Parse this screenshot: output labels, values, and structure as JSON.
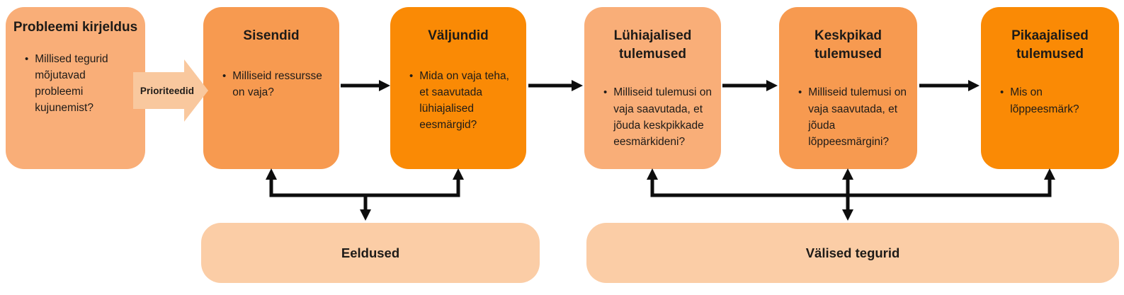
{
  "diagram": {
    "flow_boxes": [
      {
        "title": "Probleemi kirjeldus",
        "bullet": "Millised tegurid mõjutavad probleemi kujunemist?",
        "color": "#F9AE78"
      },
      {
        "title": "Sisendid",
        "bullet": "Milliseid ressursse on vaja?",
        "color": "#F79A50"
      },
      {
        "title": "Väljundid",
        "bullet": "Mida on vaja teha, et saavutada lühiajalised eesmärgid?",
        "color": "#FA8A05"
      },
      {
        "title": "Lühiajalised tulemused",
        "bullet": "Milliseid tulemusi on vaja saavutada, et jõuda keskpikkade eesmärkideni?",
        "color": "#F9AE78"
      },
      {
        "title": "Keskpikad tulemused",
        "bullet": "Milliseid tulemusi on vaja saavutada, et jõuda lõppeesmärgini?",
        "color": "#F79A50"
      },
      {
        "title": "Pikaajalised tulemused",
        "bullet": "Mis on lõppeesmärk?",
        "color": "#FA8A05"
      }
    ],
    "bullet_glyph": "•",
    "prioriteedid_arrow": {
      "label": "Prioriteedid",
      "color": "#F9C89E"
    },
    "bottom_bars": [
      {
        "label": "Eeldused",
        "color": "#FBCDA6"
      },
      {
        "label": "Välised tegurid",
        "color": "#FBCDA6"
      }
    ],
    "connector_color": "#0d0d0d"
  }
}
